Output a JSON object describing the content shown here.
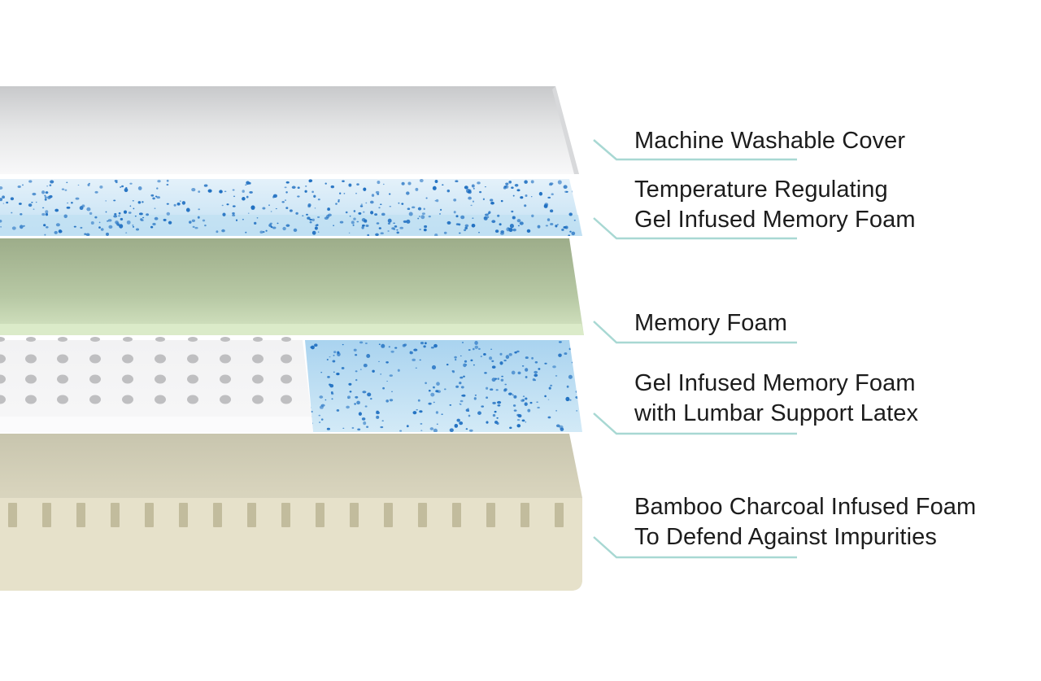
{
  "layers": [
    {
      "id": "cover",
      "lines": [
        "Machine Washable Cover"
      ],
      "colors": {
        "top": "#cacbcd",
        "bottom": "#f7f7f8",
        "edge": "#d9dadc"
      }
    },
    {
      "id": "gel-foam",
      "lines": [
        "Temperature Regulating",
        "Gel Infused Memory Foam"
      ],
      "colors": {
        "top": "#dcedf8",
        "bottom": "#c3e1f3",
        "edge": "#b9dcf0",
        "speckle": "#1f6fc1"
      }
    },
    {
      "id": "memory-foam",
      "lines": [
        "Memory Foam"
      ],
      "colors": {
        "top": "#9faf8c",
        "bottom": "#d2e2c0",
        "edge": "#dbeccb"
      }
    },
    {
      "id": "gel-lumbar",
      "lines": [
        "Gel Infused Memory Foam",
        "with Lumbar Support Latex"
      ],
      "colors": {
        "latex": "#f3f3f4",
        "latex_hole": "#bfbfc1",
        "gel": "#c6e2f4",
        "speckle": "#1f6fc1"
      }
    },
    {
      "id": "charcoal-base",
      "lines": [
        "Bamboo Charcoal Infused Foam",
        "To Defend Against Impurities"
      ],
      "colors": {
        "top": "#c9c6b0",
        "bottom": "#e6e1cb",
        "edge": "#d8d4bd",
        "slot": "#c2bc9d"
      }
    }
  ],
  "leader_color": "#a8d8d3"
}
